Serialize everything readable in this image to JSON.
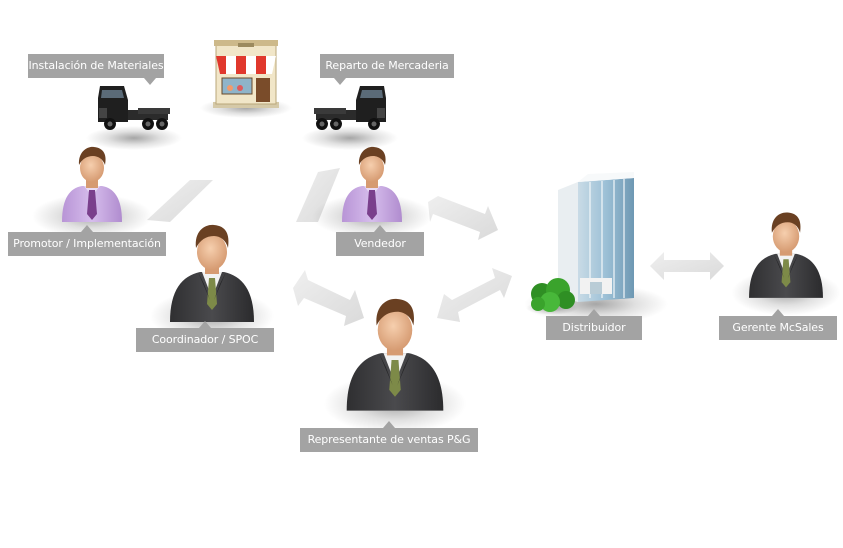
{
  "labels": {
    "instalacion": "Instalación de Materiales",
    "reparto": "Reparto de Mercaderia",
    "promotor": "Promotor / Implementación",
    "vendedor": "Vendedor",
    "coordinador": "Coordinador / SPOC",
    "distribuidor": "Distribuidor",
    "gerente": "Gerente McSales",
    "representante": "Representante de ventas P&G"
  },
  "colors": {
    "label_bg": "#a3a3a3",
    "label_text": "#ffffff",
    "arrow": "#e3e3e3",
    "suit_dark": "#3e3e40",
    "shirt_purple": "#c8a9e2",
    "tie_purple": "#7a3f8c",
    "tie_green": "#7d8a48",
    "hair": "#6a4022",
    "skin": "#e7b58f",
    "tree_green": "#3aa32c",
    "awning_red": "#e0382c"
  },
  "icons": {
    "store": "store-icon",
    "truck": "truck-icon",
    "person_purple": "person-purple-shirt-icon",
    "person_suit": "person-suit-icon",
    "building": "office-building-icon",
    "tree": "tree-icon"
  }
}
